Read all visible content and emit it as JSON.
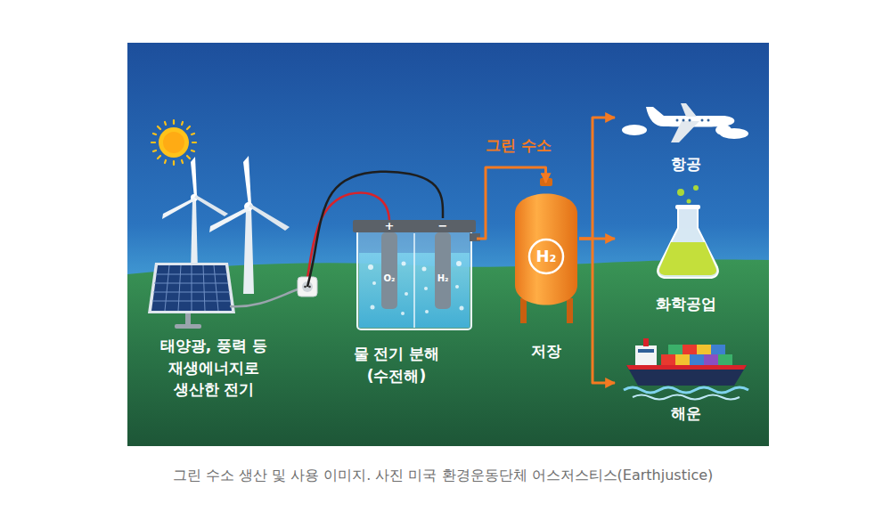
{
  "diagram": {
    "caption": "그린 수소 생산 및 사용 이미지. 사진 미국 환경운동단체 어스저스티스(Earthjustice)",
    "nodes": [
      {
        "text": [
          "태양광, 풍력 등 재생에너지로 생산한 전기"
        ]
      },
      {
        "text": [
          "물 전기 분해 (수전해)"
        ]
      },
      {
        "text": [
          "H₂",
          "저장"
        ]
      },
      {
        "text": [
          "항공"
        ]
      },
      {
        "text": [
          "화학공업"
        ]
      },
      {
        "text": [
          "해운"
        ]
      }
    ],
    "edges": [
      {
        "from": 0,
        "to": 1,
        "arrow": "none"
      },
      {
        "from": 1,
        "to": 2,
        "label": "그린 수소",
        "arrow": "to"
      },
      {
        "from": 2,
        "to": 3,
        "arrow": "to"
      },
      {
        "from": 2,
        "to": 4,
        "arrow": "to"
      },
      {
        "from": 2,
        "to": 5,
        "arrow": "to"
      }
    ],
    "labels": [
      "+",
      "−",
      "O₂",
      "H₂"
    ]
  }
}
